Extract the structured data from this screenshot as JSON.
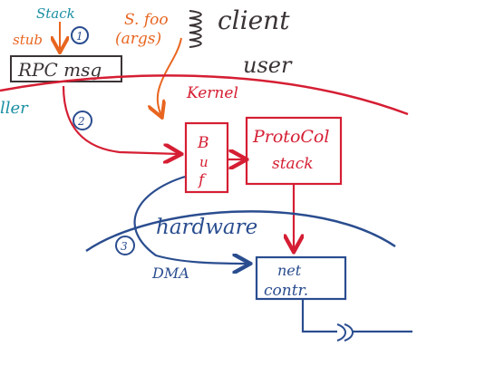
{
  "colors": {
    "teal": "#1a8fa3",
    "orange": "#e8651f",
    "dark": "#3a3335",
    "red": "#d51e33",
    "blue": "#2a4d8f"
  },
  "labels": {
    "stack_top": "Stack",
    "step1": "1",
    "stub": "stub",
    "sfoo_line1": "S. foo",
    "sfoo_line2": "(args)",
    "client": "client",
    "rpc_msg": "RPC msg",
    "user": "user",
    "ller": "ller",
    "kernel": "Kernel",
    "step2": "2",
    "buf_b": "B",
    "buf_u": "u",
    "buf_f": "f",
    "protocol": "ProtoCol",
    "stack": "stack",
    "hardware": "hardware",
    "step3": "3",
    "dma": "DMA",
    "net": "net",
    "contr": "contr."
  }
}
